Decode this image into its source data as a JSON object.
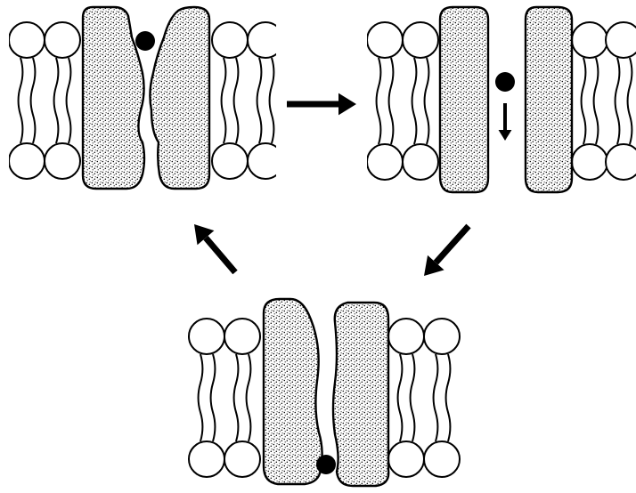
{
  "diagram": {
    "description_text": "",
    "colors": {
      "line": "#000000",
      "background": "#ffffff",
      "stipple": "#000000",
      "solute": "#000000"
    },
    "states": [
      {
        "id": "state-1",
        "carrier_conformation": "open-to-outside",
        "solute_position": "bound-at-top"
      },
      {
        "id": "state-2",
        "carrier_conformation": "open-channel",
        "solute_position": "passing-through"
      },
      {
        "id": "state-3",
        "carrier_conformation": "open-to-inside",
        "solute_position": "released-at-bottom"
      }
    ],
    "transitions": [
      {
        "from": "state-1",
        "to": "state-2"
      },
      {
        "from": "state-2",
        "to": "state-3"
      },
      {
        "from": "state-3",
        "to": "state-1"
      }
    ]
  }
}
